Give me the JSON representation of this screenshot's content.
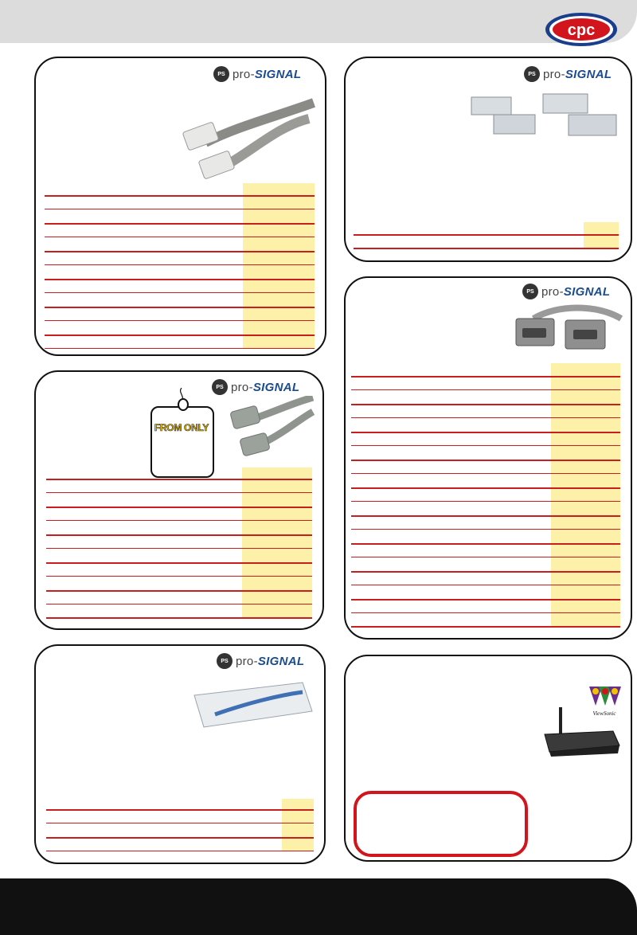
{
  "brand": {
    "cpc_logo_text": "cpc",
    "pro_signal_prefix": "pro-",
    "pro_signal_suffix": "SIGNAL"
  },
  "tag": {
    "label": "FROM ONLY"
  },
  "viewsonic": {
    "label": "ViewSonic"
  },
  "colors": {
    "topbar": "#dcdcdc",
    "accent_red": "#d2141c",
    "price_stripe": "#fdf0a8",
    "brand_blue": "#1a4c92",
    "bottom_bar": "#111111"
  }
}
